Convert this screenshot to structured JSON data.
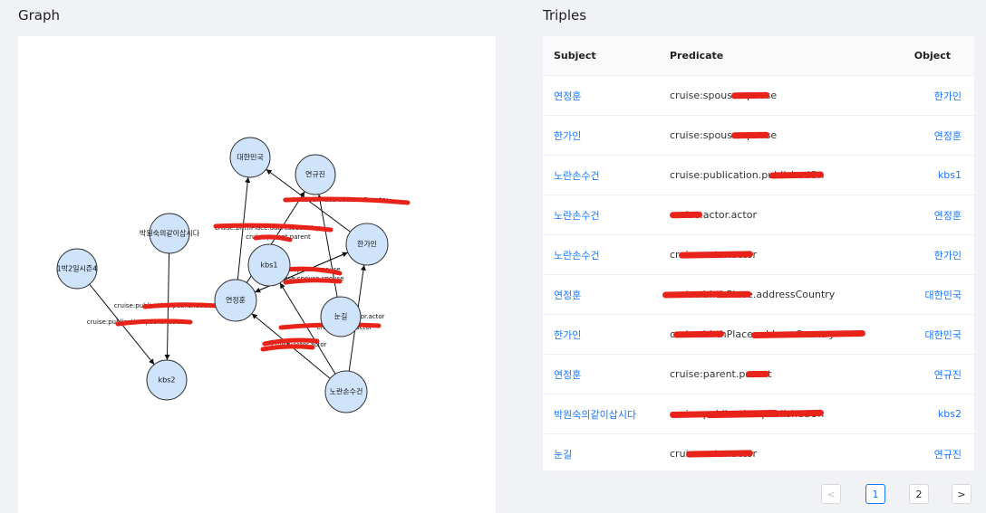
{
  "graph_panel": {
    "title": "Graph"
  },
  "triples_panel": {
    "title": "Triples"
  },
  "graph": {
    "nodes": [
      {
        "id": "n-korea",
        "label": "대한민국"
      },
      {
        "id": "n-yeongyujin",
        "label": "연규진"
      },
      {
        "id": "n-park",
        "label": "박원숙의같이삽시다"
      },
      {
        "id": "n-hangain",
        "label": "한가인"
      },
      {
        "id": "n-kbs1",
        "label": "kbs1"
      },
      {
        "id": "n-1bak",
        "label": "1박2일시즌4"
      },
      {
        "id": "n-yeonjeonghun",
        "label": "연정훈"
      },
      {
        "id": "n-nungil",
        "label": "눈길"
      },
      {
        "id": "n-kbs2",
        "label": "kbs2"
      },
      {
        "id": "n-noran",
        "label": "노란손수건"
      }
    ],
    "edges": [
      {
        "from": "n-yeonjeonghun",
        "to": "n-hangain"
      },
      {
        "from": "n-hangain",
        "to": "n-yeonjeonghun"
      },
      {
        "from": "n-yeonjeonghun",
        "to": "n-korea"
      },
      {
        "from": "n-hangain",
        "to": "n-korea"
      },
      {
        "from": "n-yeonjeonghun",
        "to": "n-yeongyujin"
      },
      {
        "from": "n-noran",
        "to": "n-kbs1"
      },
      {
        "from": "n-noran",
        "to": "n-yeonjeonghun"
      },
      {
        "from": "n-noran",
        "to": "n-hangain"
      },
      {
        "from": "n-park",
        "to": "n-kbs2"
      },
      {
        "from": "n-1bak",
        "to": "n-kbs2"
      },
      {
        "from": "n-nungil",
        "to": "n-yeongyujin"
      }
    ],
    "edge_labels": [
      {
        "text": "cruise:birthPlace.addressCountry"
      },
      {
        "text": "cruise:birthPlace.addressCountry"
      },
      {
        "text": "cruise:parent.parent"
      },
      {
        "text": "cruise:spouse.spouse"
      },
      {
        "text": "cruise:spouse.spouse"
      },
      {
        "text": "cruise:publication.publishedOn"
      },
      {
        "text": "cruise:publication.publishedOn"
      },
      {
        "text": "cruise:actor.actor"
      },
      {
        "text": "cruise:actor.actor"
      },
      {
        "text": "cruise:actor.actor"
      }
    ]
  },
  "table": {
    "headers": {
      "subject": "Subject",
      "predicate": "Predicate",
      "object": "Object"
    },
    "rows": [
      {
        "subject": "연정훈",
        "predicate": "cruise:spouse.spouse",
        "object": "한가인"
      },
      {
        "subject": "한가인",
        "predicate": "cruise:spouse.spouse",
        "object": "연정훈"
      },
      {
        "subject": "노란손수건",
        "predicate": "cruise:publication.publishedOn",
        "object": "kbs1"
      },
      {
        "subject": "노란손수건",
        "predicate": "cruise:actor.actor",
        "object": "연정훈"
      },
      {
        "subject": "노란손수건",
        "predicate": "cruise:actor.actor",
        "object": "한가인"
      },
      {
        "subject": "연정훈",
        "predicate": "cruise:birthPlace.addressCountry",
        "object": "대한민국"
      },
      {
        "subject": "한가인",
        "predicate": "cruise:birthPlace.addressCountry",
        "object": "대한민국"
      },
      {
        "subject": "연정훈",
        "predicate": "cruise:parent.parent",
        "object": "연규진"
      },
      {
        "subject": "박원숙의같이삽시다",
        "predicate": "cruise:publication.publishedOn",
        "object": "kbs2"
      },
      {
        "subject": "눈길",
        "predicate": "cruise:actor.actor",
        "object": "연규진"
      }
    ]
  },
  "pagination": {
    "prev": "<",
    "pages": [
      "1",
      "2"
    ],
    "current": "1",
    "next": ">"
  },
  "colors": {
    "link": "#1677ff",
    "node_fill": "#cfe3fb",
    "redaction": "#e8231a"
  }
}
